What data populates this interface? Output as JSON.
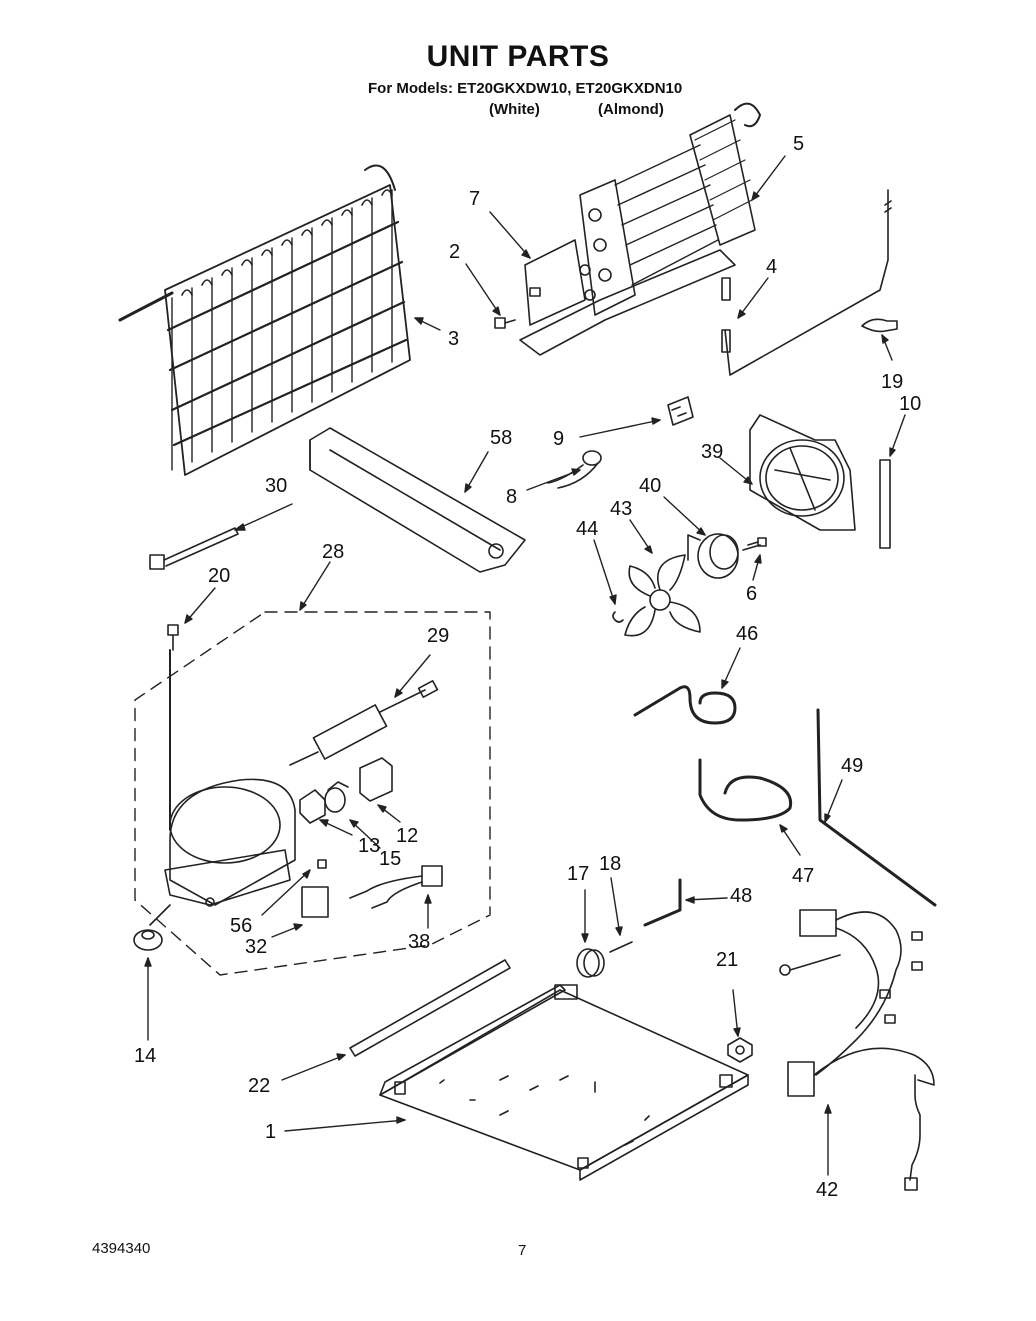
{
  "title": "UNIT PARTS",
  "models_line": "For Models: ET20GKXDW10, ET20GKXDN10",
  "color_white": "(White)",
  "color_almond": "(Almond)",
  "document_number": "4394340",
  "page_number": "7",
  "callouts": {
    "c1": "1",
    "c2": "2",
    "c3": "3",
    "c4": "4",
    "c5": "5",
    "c6": "6",
    "c7": "7",
    "c8": "8",
    "c9": "9",
    "c10": "10",
    "c12": "12",
    "c13": "13",
    "c14": "14",
    "c15": "15",
    "c17": "17",
    "c18": "18",
    "c19": "19",
    "c20": "20",
    "c21": "21",
    "c22": "22",
    "c28": "28",
    "c29": "29",
    "c30": "30",
    "c32": "32",
    "c38": "38",
    "c39": "39",
    "c40": "40",
    "c42": "42",
    "c43": "43",
    "c44": "44",
    "c46": "46",
    "c47": "47",
    "c48": "48",
    "c49": "49",
    "c56": "56",
    "c58": "58"
  }
}
